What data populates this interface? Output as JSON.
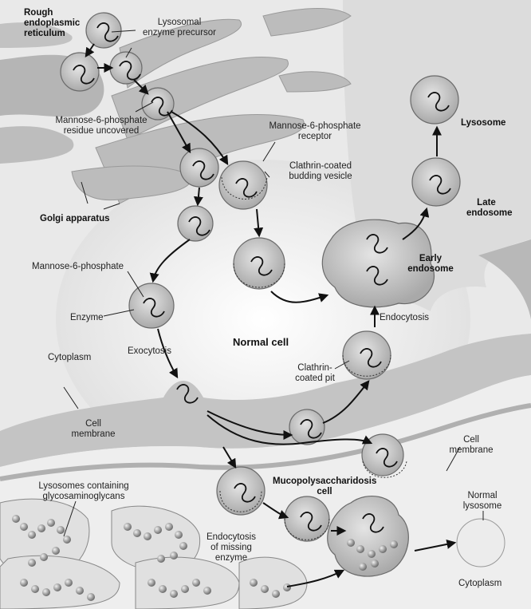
{
  "labels": {
    "rough_er_1": "Rough",
    "rough_er_2": "endoplasmic",
    "rough_er_3": "reticulum",
    "lyso_prec_1": "Lysosomal",
    "lyso_prec_2": "enzyme precursor",
    "m6p_res_1": "Mannose-6-phosphate",
    "m6p_res_2": "residue uncovered",
    "m6p_rec_1": "Mannose-6-phosphate",
    "m6p_rec_2": "receptor",
    "clath_bud_1": "Clathrin-coated",
    "clath_bud_2": "budding vesicle",
    "golgi": "Golgi apparatus",
    "lysosome": "Lysosome",
    "late_endo_1": "Late",
    "late_endo_2": "endosome",
    "early_endo_1": "Early",
    "early_endo_2": "endosome",
    "m6p": "Mannose-6-phosphate",
    "enzyme": "Enzyme",
    "normal_cell": "Normal cell",
    "cytoplasm_top": "Cytoplasm",
    "exocytosis": "Exocytosis",
    "endocytosis": "Endocytosis",
    "clath_pit_1": "Clathrin-",
    "clath_pit_2": "coated pit",
    "cell_mem_left_1": "Cell",
    "cell_mem_left_2": "membrane",
    "cell_mem_right_1": "Cell",
    "cell_mem_right_2": "membrane",
    "mps_cell_1": "Mucopolysaccharidosis",
    "mps_cell_2": "cell",
    "lyso_gag_1": "Lysosomes containing",
    "lyso_gag_2": "glycosaminoglycans",
    "normal_lyso_1": "Normal",
    "normal_lyso_2": "lysosome",
    "endo_missing_1": "Endocytosis",
    "endo_missing_2": "of missing",
    "endo_missing_3": "enzyme",
    "cytoplasm_bottom": "Cytoplasm"
  },
  "colors": {
    "background": "#f4f4f4",
    "membrane": "#cfcfcf",
    "vesicle": "#c9c9c9",
    "ink": "#222222"
  }
}
